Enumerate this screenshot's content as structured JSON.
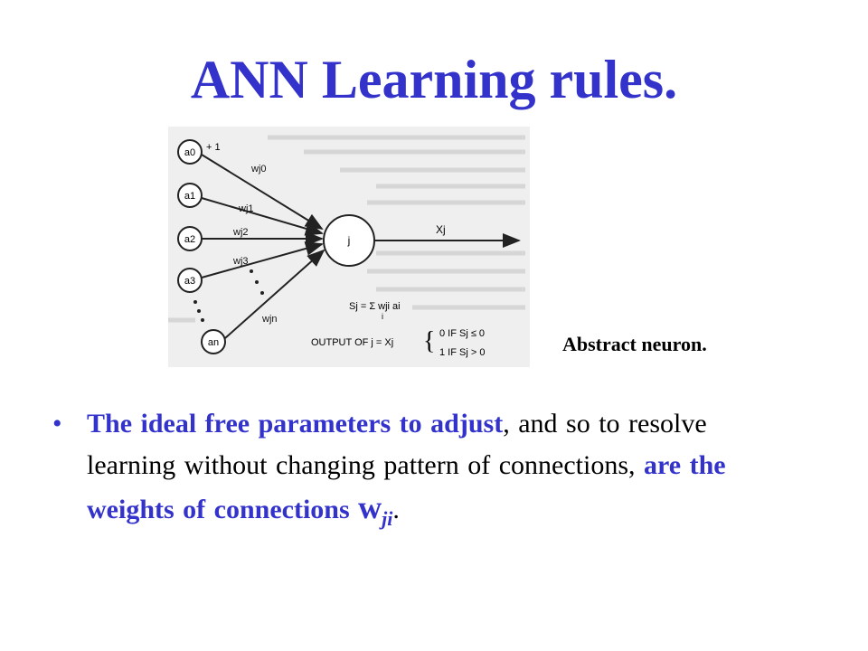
{
  "slide": {
    "title": "ANN Learning rules.",
    "caption": "Abstract neuron.",
    "accent_color": "#3333cc"
  },
  "figure": {
    "inputs": [
      "a0",
      "a1",
      "a2",
      "a3",
      "an"
    ],
    "bias_label": "+ 1",
    "weights": [
      "wj0",
      "wj1",
      "wj2",
      "wj3",
      "wjn"
    ],
    "neuron_label": "j",
    "output_label": "Xj",
    "sum_formula": "Sj = Σ wji ai",
    "sum_index": "i",
    "output_rule_label": "OUTPUT OF j = Xj",
    "rule_zero": "0 IF Sj ≤ 0",
    "rule_one": "1 IF Sj > 0"
  },
  "bullet": {
    "part1": "The ideal free parameters to adjust",
    "part2": ", and so to resolve learning without changing pattern of connections, ",
    "part3": "are the weights of connections ",
    "w": "w",
    "sub": "ji",
    "end": "."
  }
}
